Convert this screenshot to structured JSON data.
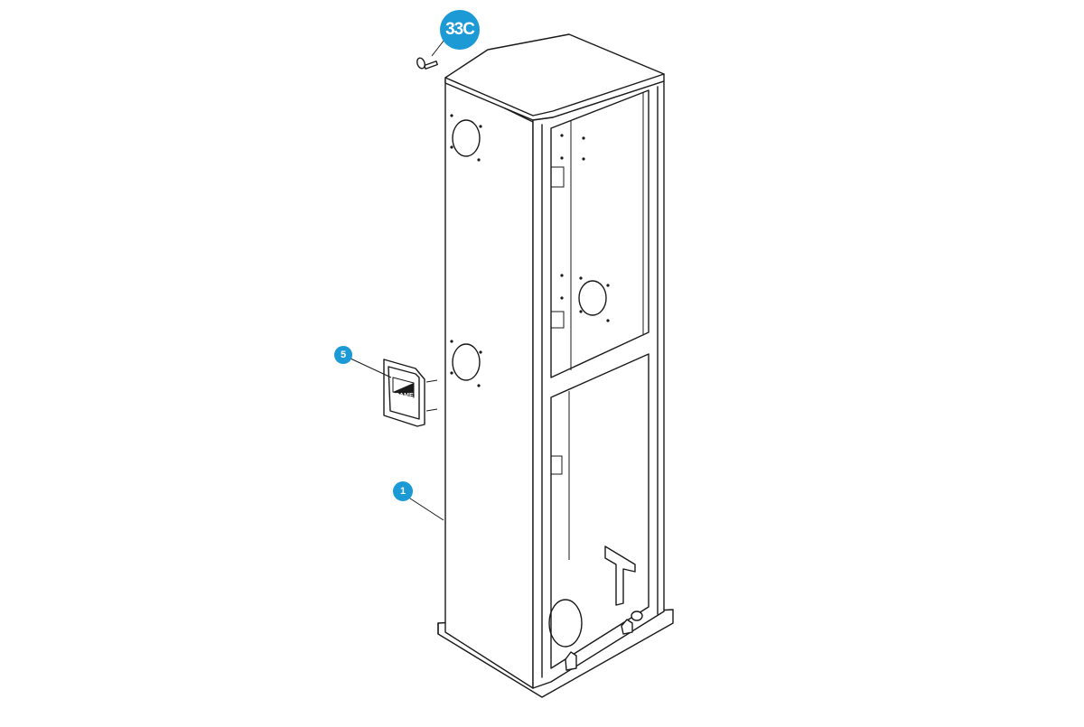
{
  "colors": {
    "badge": "#1c9ad6",
    "line": "#1a1a1a",
    "background": "#ffffff"
  },
  "callouts": [
    {
      "id": "33c",
      "label": "33C"
    },
    {
      "id": "5",
      "label": "5"
    },
    {
      "id": "1",
      "label": "1"
    }
  ],
  "logo": {
    "text": "CAME"
  }
}
